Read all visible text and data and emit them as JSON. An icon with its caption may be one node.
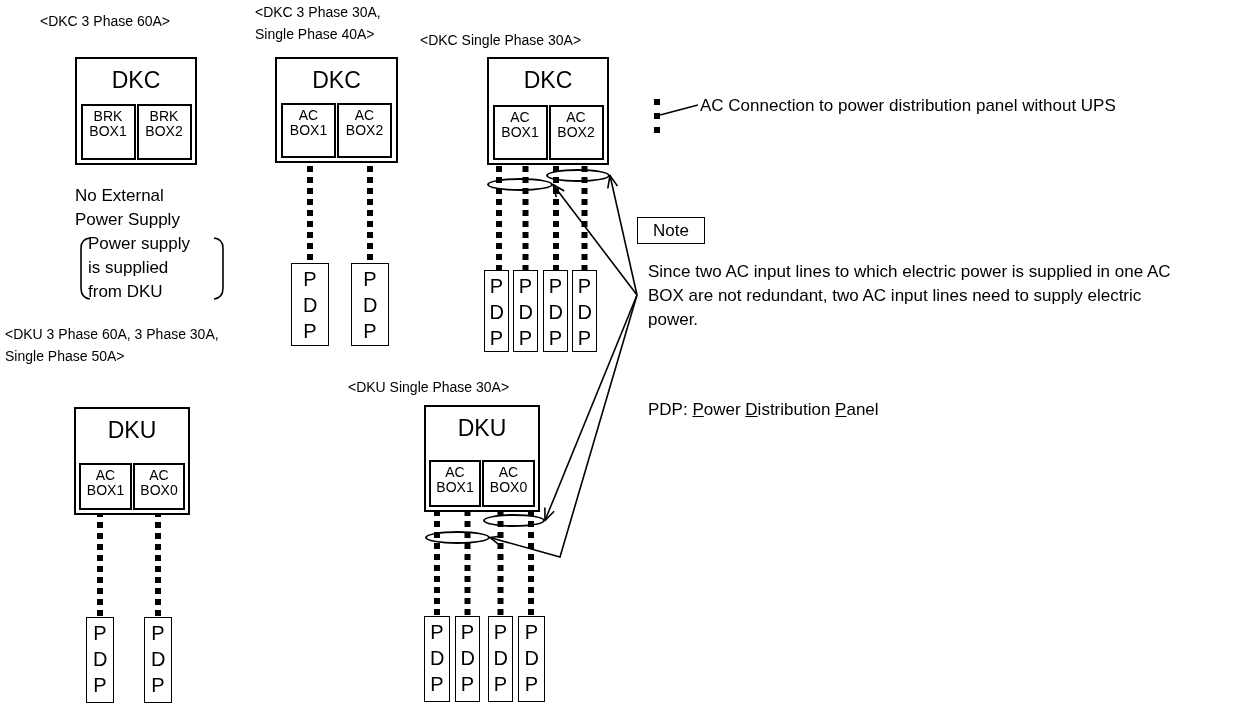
{
  "diagram": {
    "nodes": [
      {
        "text": [
          "DKC"
        ],
        "beside": [
          "<DKC 3 Phase 60A>"
        ]
      },
      {
        "text": [
          "BRK BOX1"
        ],
        "in": 0
      },
      {
        "text": [
          "BRK BOX2"
        ],
        "in": 0
      },
      {
        "text": [
          "DKC"
        ],
        "beside": [
          "<DKC 3 Phase 30A, Single Phase 40A>"
        ]
      },
      {
        "text": [
          "AC BOX1"
        ],
        "in": 3
      },
      {
        "text": [
          "AC BOX2"
        ],
        "in": 3
      },
      {
        "text": [
          "PDP"
        ]
      },
      {
        "text": [
          "PDP"
        ]
      },
      {
        "text": [
          "DKC"
        ],
        "beside": [
          "<DKC Single Phase 30A>"
        ]
      },
      {
        "text": [
          "AC BOX1"
        ],
        "in": 8
      },
      {
        "text": [
          "AC BOX2"
        ],
        "in": 8
      },
      {
        "text": [],
        "shape": "ellipse"
      },
      {
        "text": [],
        "shape": "ellipse"
      },
      {
        "text": [
          "PDP"
        ]
      },
      {
        "text": [
          "PDP"
        ]
      },
      {
        "text": [
          "PDP"
        ]
      },
      {
        "text": [
          "PDP"
        ]
      },
      {
        "text": [
          "Note"
        ]
      },
      {
        "text": [
          "Since two AC input lines to which electric power is supplied in one AC BOX are not redundant, two AC input lines need to supply electric power."
        ]
      },
      {
        "text": [
          "DKU"
        ],
        "beside": [
          "<DKU 3 Phase 60A, 3 Phase 30A, Single Phase 50A>"
        ]
      },
      {
        "text": [
          "AC BOX1"
        ],
        "in": 19
      },
      {
        "text": [
          "AC BOX0"
        ],
        "in": 19
      },
      {
        "text": [
          "PDP"
        ]
      },
      {
        "text": [
          "PDP"
        ]
      },
      {
        "text": [
          "DKU"
        ],
        "beside": [
          "<DKU Single Phase 30A>"
        ]
      },
      {
        "text": [
          "AC BOX1"
        ],
        "in": 24
      },
      {
        "text": [
          "AC BOX0"
        ],
        "in": 24
      },
      {
        "text": [],
        "shape": "ellipse"
      },
      {
        "text": [],
        "shape": "ellipse"
      },
      {
        "text": [
          "PDP"
        ]
      },
      {
        "text": [
          "PDP"
        ]
      },
      {
        "text": [
          "PDP"
        ]
      },
      {
        "text": [
          "PDP"
        ]
      }
    ],
    "edges": [
      {
        "from": 4,
        "to": 6,
        "arrow": "none",
        "style": "dashed"
      },
      {
        "from": 5,
        "to": 7,
        "arrow": "none",
        "style": "dashed"
      },
      {
        "from": 9,
        "to": 13,
        "arrow": "none",
        "style": "dashed"
      },
      {
        "from": 9,
        "to": 14,
        "arrow": "none",
        "style": "dashed"
      },
      {
        "from": 10,
        "to": 15,
        "arrow": "none",
        "style": "dashed"
      },
      {
        "from": 10,
        "to": 16,
        "arrow": "none",
        "style": "dashed"
      },
      {
        "from": 18,
        "to": 11,
        "arrow": "to"
      },
      {
        "from": 18,
        "to": 12,
        "arrow": "to"
      },
      {
        "from": 20,
        "to": 22,
        "arrow": "none",
        "style": "dashed"
      },
      {
        "from": 21,
        "to": 23,
        "arrow": "none",
        "style": "dashed"
      },
      {
        "from": 25,
        "to": 29,
        "arrow": "none",
        "style": "dashed"
      },
      {
        "from": 25,
        "to": 30,
        "arrow": "none",
        "style": "dashed"
      },
      {
        "from": 26,
        "to": 31,
        "arrow": "none",
        "style": "dashed"
      },
      {
        "from": 26,
        "to": 32,
        "arrow": "none",
        "style": "dashed"
      },
      {
        "from": 18,
        "to": 28,
        "arrow": "to"
      },
      {
        "from": 18,
        "to": 27,
        "arrow": "to"
      }
    ],
    "labels": [
      "No External Power Supply",
      "Power supply is supplied from DKU",
      "PDP: Power Distribution Panel"
    ],
    "legend": [
      {
        "text": "AC Connection to power distribution panel without UPS"
      }
    ]
  }
}
